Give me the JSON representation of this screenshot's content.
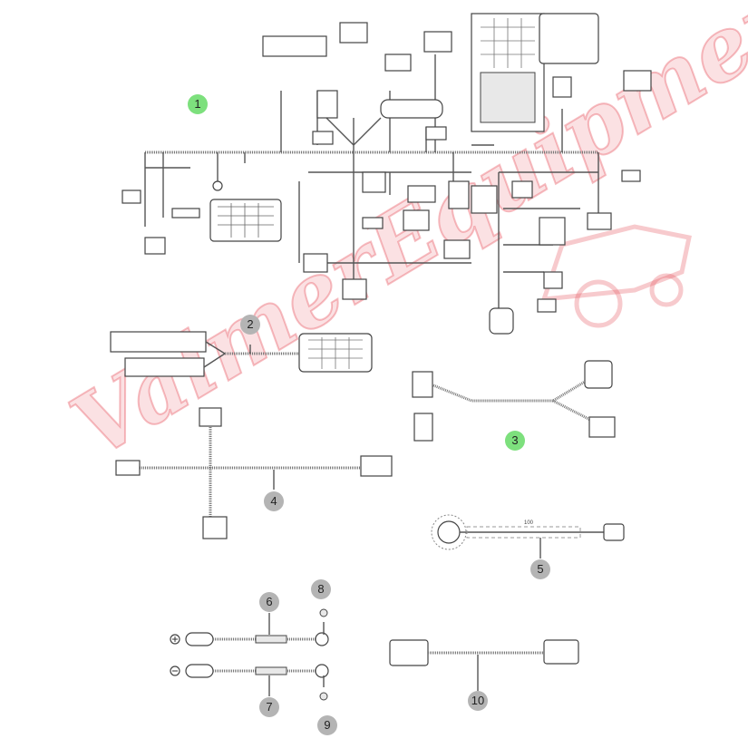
{
  "diagram": {
    "callouts": [
      "1",
      "2",
      "3",
      "4",
      "5",
      "6",
      "7",
      "8",
      "9",
      "10"
    ],
    "watermark": "ValmerEquipment",
    "item5": {
      "wire_length": "100"
    },
    "colors": {
      "callout_gray": "#b4b4b4",
      "callout_green": "#7de07d",
      "watermark": "#eb5a64"
    }
  }
}
